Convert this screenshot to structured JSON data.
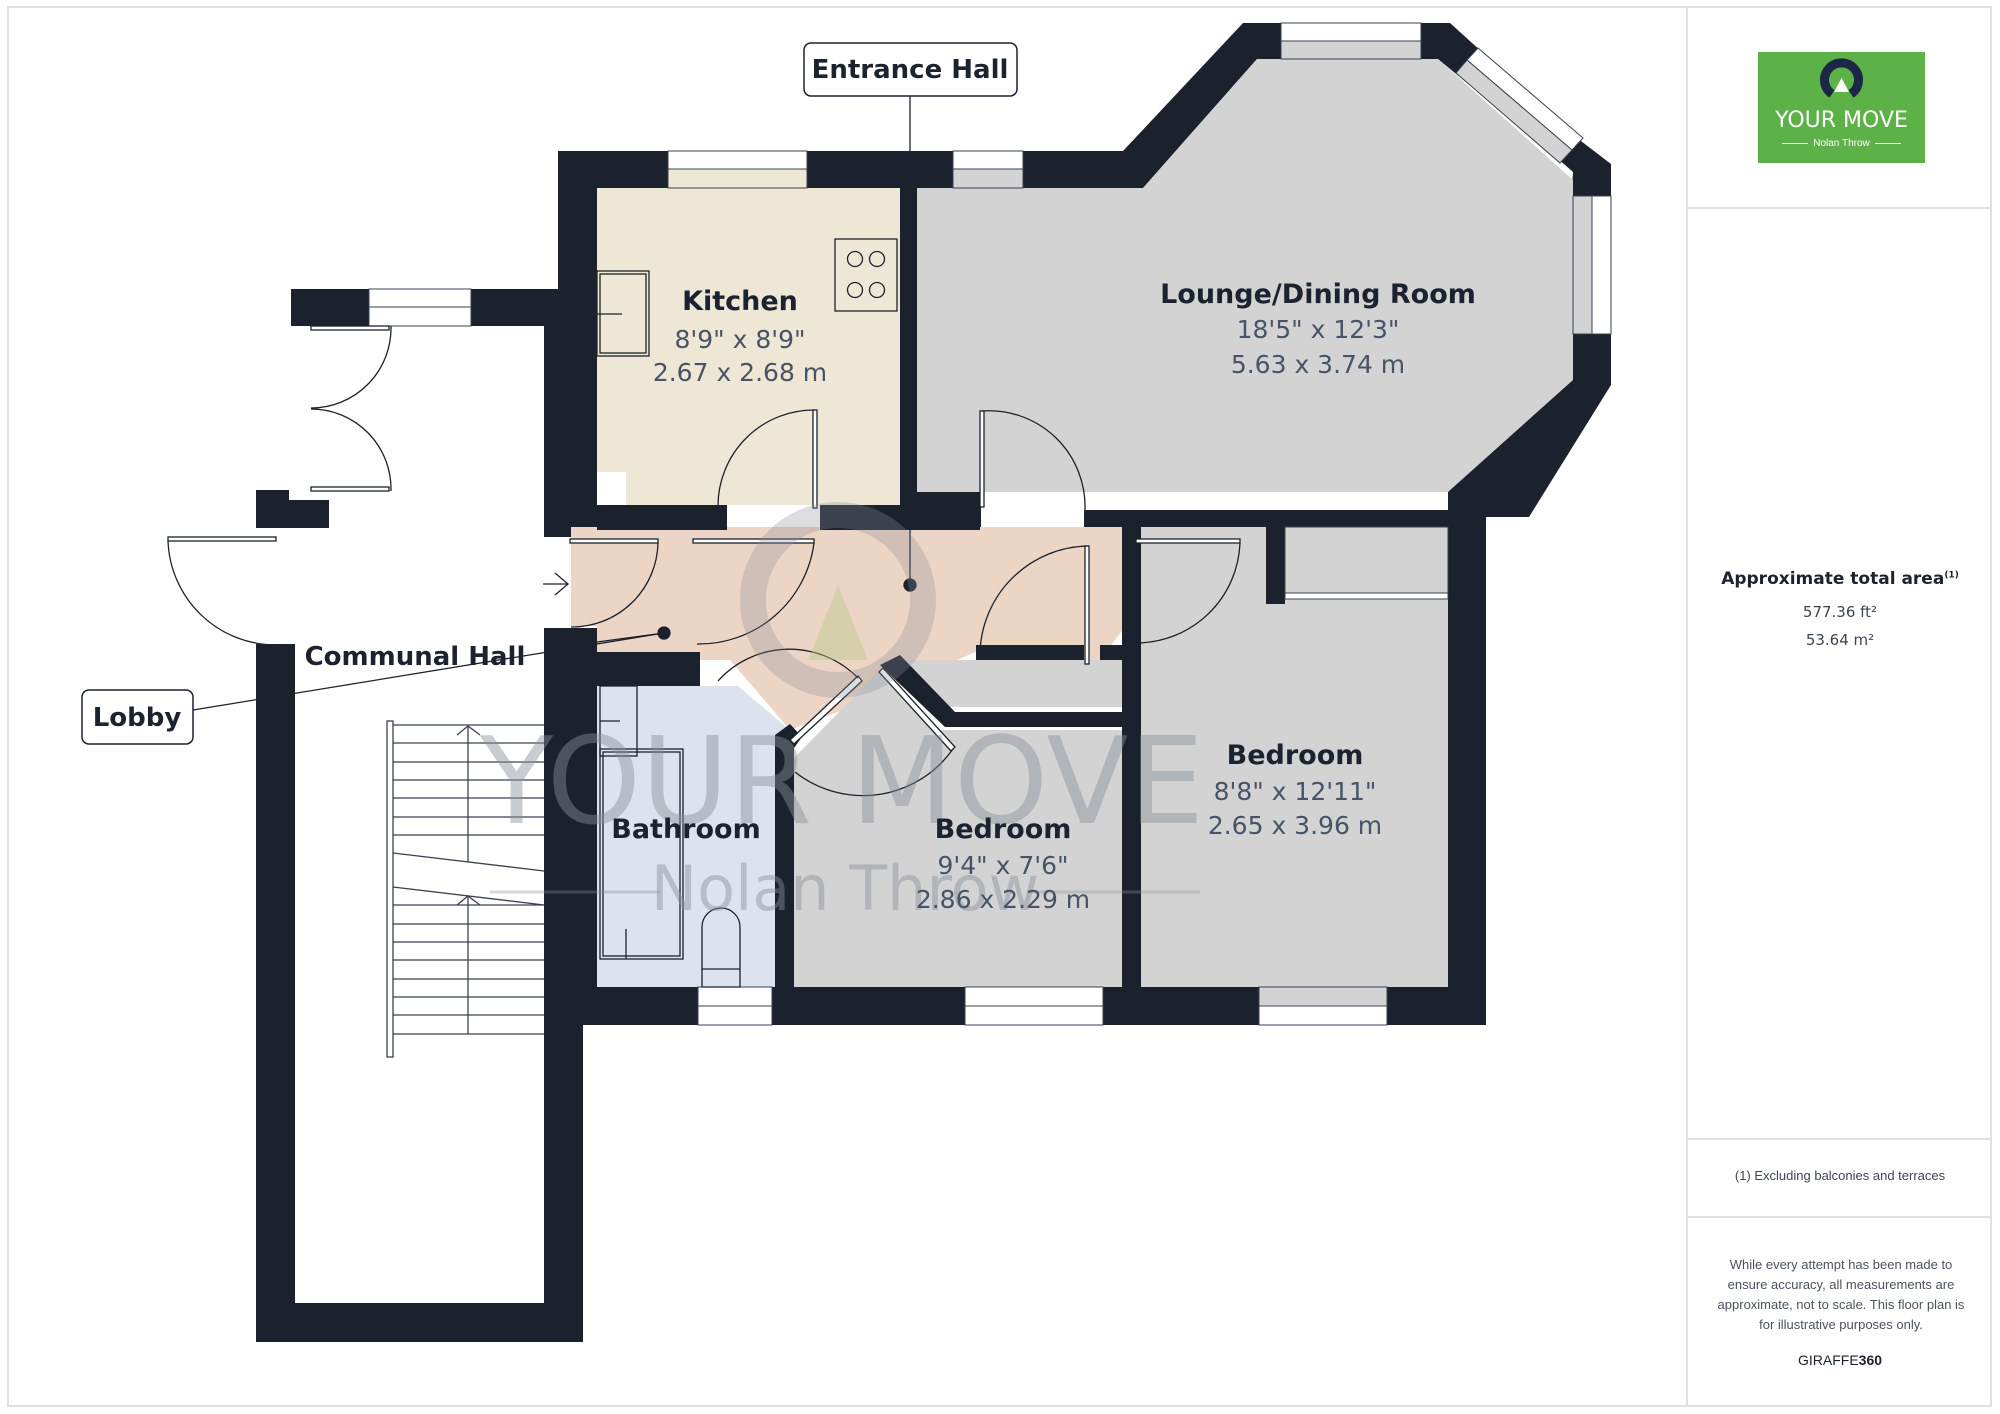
{
  "rooms": {
    "kitchen": {
      "label": "Kitchen",
      "dim_imperial": "8'9\" x 8'9\"",
      "dim_metric": "2.67 x 2.68 m"
    },
    "lounge": {
      "label": "Lounge/Dining Room",
      "dim_imperial": "18'5\" x 12'3\"",
      "dim_metric": "5.63 x 3.74 m"
    },
    "bathroom": {
      "label": "Bathroom"
    },
    "bedroom1": {
      "label": "Bedroom",
      "dim_imperial": "9'4\" x 7'6\"",
      "dim_metric": "2.86 x 2.29 m"
    },
    "bedroom2": {
      "label": "Bedroom",
      "dim_imperial": "8'8\" x 12'11\"",
      "dim_metric": "2.65 x 3.96 m"
    },
    "communal_hall": {
      "label": "Communal Hall"
    }
  },
  "callouts": {
    "entrance_hall": "Entrance Hall",
    "lobby": "Lobby"
  },
  "watermark": {
    "line1": "YOUR MOVE",
    "line2": "Nolan Throw"
  },
  "panel": {
    "logo": {
      "brand": "YOUR MOVE",
      "branch": "Nolan Throw",
      "color": "#5cb247",
      "ring_color": "#1b2744"
    },
    "area_title": "Approximate total area",
    "area_footnote_mark": "(1)",
    "area_ft": "577.36 ft²",
    "area_m": "53.64 m²",
    "footnote": "(1) Excluding balconies and terraces",
    "disclaimer": "While every attempt has been made to ensure accuracy, all measurements are approximate, not to scale. This floor plan is for illustrative purposes only.",
    "brand_left": "GIRAFFE",
    "brand_right": "360"
  },
  "colors": {
    "wall": "#1b222d",
    "kitchen_floor": "#efe7d5",
    "living_floor": "#d3d3d3",
    "hall_floor": "#edd5c5",
    "bathroom_floor": "#dde3ee",
    "window": "#ffffff"
  }
}
